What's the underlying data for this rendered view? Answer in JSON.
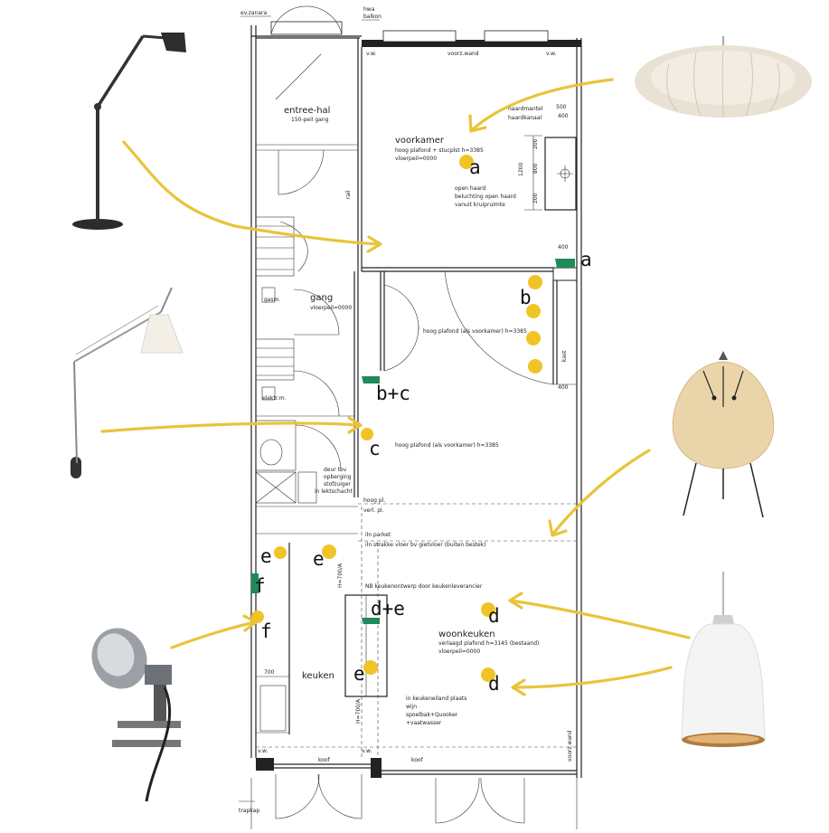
{
  "rooms": {
    "entree": {
      "title": "entree-hal",
      "sub": "150-peil gang"
    },
    "voorkamer": {
      "title": "voorkamer",
      "line1": "hoog plafond + stucplst h=3385",
      "line2": "vloerpeil=0000"
    },
    "gang": {
      "title": "gang",
      "sub": "vloerpeil=0000"
    },
    "woonkeuken": {
      "title": "woonkeuken",
      "line1": "verlaagd plafond h=3145 (bestaand)",
      "line2": "vloerpeil=0000"
    },
    "keuken": {
      "title": "keuken"
    }
  },
  "notes": {
    "evzanara": "ev.zanara",
    "hwa": "hwa",
    "balkon": "balkon",
    "vw1": "v.w.",
    "voorzwand": "voorz.wand",
    "vw2": "v.w.",
    "openhaard1": "open haard",
    "openhaard2": "beluchting open haard",
    "openhaard3": "vanuit kruipruimte",
    "haardmantel": "haardmantel",
    "haardkanaal": "haardkanaal",
    "d500": "500",
    "d400a": "400",
    "d1200": "1200",
    "d800": "800",
    "d200a": "200",
    "d200b": "200",
    "d400b": "400",
    "d400c": "400",
    "d700": "700",
    "rail": "rail",
    "kast": "kast",
    "gasm": "gasm.",
    "elektr": "elektr.m.",
    "hoogplafond2": "hoog plafond (als voorkamer) h=3385",
    "hoogplafond3": "hoog plafond (als voorkamer) h=3385",
    "deur1": "deur tbv",
    "deur2": "opberging",
    "deur3": "stofzuiger",
    "deur4": "in lektschacht",
    "hoogpl": "hoog pl.",
    "verlpl": "verl. pl.",
    "parket": "iln parket",
    "strakke": "iln strakke vloer bv gietvloer (buiten bestek)",
    "nb": "NB keukenontwerp door keukenleverancier",
    "eiland1": "in keukeneiland plaats",
    "eiland2": "wijn",
    "eiland3": "spoelbak+Quooker",
    "eiland4": "+vaatwasser",
    "koof1": "koof",
    "koof2": "koof",
    "vw3": "v.w.",
    "vw4": "v.w.",
    "voorzwand2": "voorz.wand",
    "h1": "H=700/A",
    "h2": "H=700/A",
    "trapkap": "trapkap"
  },
  "markers": {
    "a1": "a",
    "a2": "a",
    "b": "b",
    "bc": "b+c",
    "c": "c",
    "e1": "e",
    "e2": "e",
    "f1": "f",
    "f2": "f",
    "de": "d+e",
    "d1": "d",
    "e3": "e",
    "d2": "d"
  },
  "lamps": {
    "floor_lamp": "floor-lamp-icon",
    "wall_lamp": "wall-swing-lamp-icon",
    "clamp_lamp": "clamp-spot-lamp-icon",
    "pendant_cloud": "cloud-pendant-icon",
    "paper_lantern": "paper-lantern-icon",
    "ceramic_pendant": "ceramic-pendant-icon"
  },
  "colors": {
    "accent": "#e8c43a",
    "dot": "#f0c427",
    "switch": "#1f8a5a"
  }
}
